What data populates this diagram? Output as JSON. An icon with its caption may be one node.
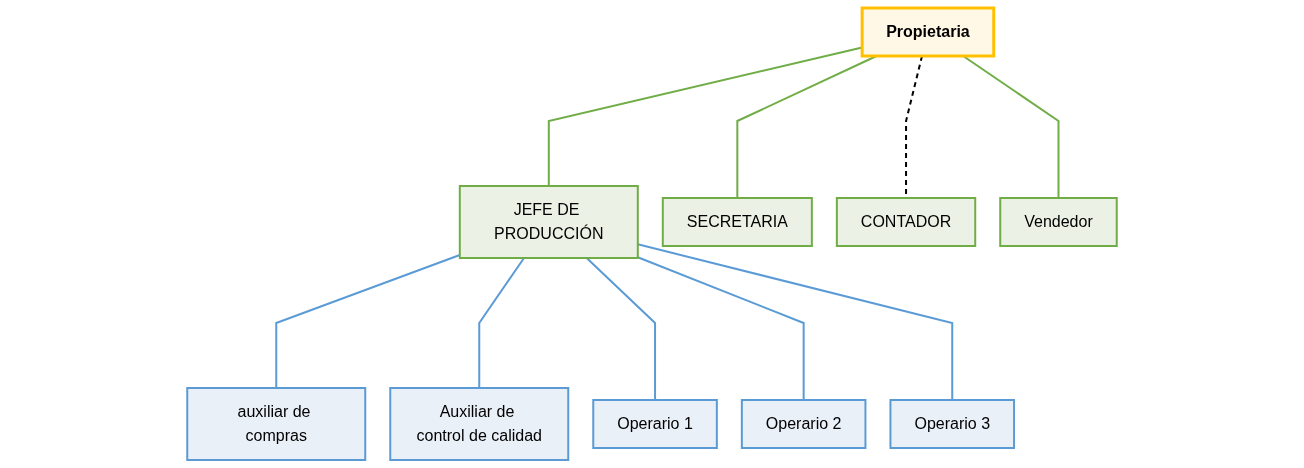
{
  "diagram": {
    "nodes": [
      {
        "text": [
          "Propietaria"
        ]
      },
      {
        "text": [
          "JEFE DE PRODUCCIÓN"
        ]
      },
      {
        "text": [
          "SECRETARIA"
        ]
      },
      {
        "text": [
          "CONTADOR"
        ]
      },
      {
        "text": [
          "Vendedor"
        ]
      },
      {
        "text": [
          "auxiliar de compras"
        ]
      },
      {
        "text": [
          "Auxiliar de control de calidad"
        ]
      },
      {
        "text": [
          "Operario 1"
        ]
      },
      {
        "text": [
          "Operario 2"
        ]
      },
      {
        "text": [
          "Operario 3"
        ]
      }
    ],
    "edges": [
      {
        "from": 0,
        "to": 1,
        "arrow": "none",
        "color": "#70ad47"
      },
      {
        "from": 0,
        "to": 2,
        "arrow": "none",
        "color": "#70ad47"
      },
      {
        "from": 0,
        "to": 3,
        "arrow": "none",
        "style": "dashed",
        "color": "#000000"
      },
      {
        "from": 0,
        "to": 4,
        "arrow": "none",
        "color": "#70ad47"
      },
      {
        "from": 1,
        "to": 5,
        "arrow": "none"
      },
      {
        "from": 1,
        "to": 6,
        "arrow": "none"
      },
      {
        "from": 1,
        "to": 7,
        "arrow": "none"
      },
      {
        "from": 1,
        "to": 8,
        "arrow": "none"
      },
      {
        "from": 1,
        "to": 9,
        "arrow": "none"
      }
    ]
  }
}
